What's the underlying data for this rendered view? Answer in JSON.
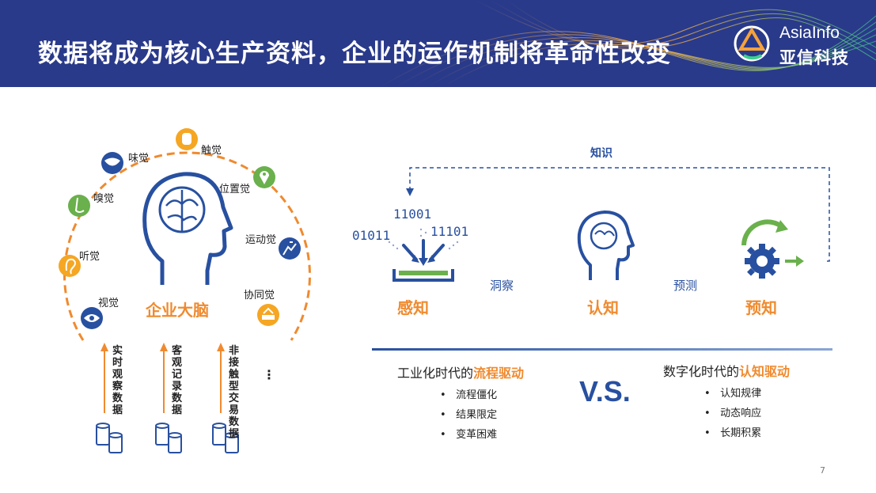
{
  "header": {
    "title": "数据将成为核心生产资料，企业的运作机制将革命性改变",
    "logo_en": "AsiaInfo",
    "logo_cn": "亚信科技"
  },
  "left": {
    "center_label": "企业大脑",
    "senses": [
      "味觉",
      "触觉",
      "嗅觉",
      "位置觉",
      "运动觉",
      "听觉",
      "视觉",
      "协同觉"
    ],
    "columns": [
      "实时观察数据",
      "客观记录数据",
      "非接触型交易数据"
    ],
    "more": "⋮"
  },
  "right": {
    "knowledge": "知识",
    "binary": [
      "11001",
      "01011",
      "11101"
    ],
    "stages": [
      "感知",
      "认知",
      "预知"
    ],
    "links": [
      "洞察",
      "预测"
    ]
  },
  "compare": {
    "left_heading_prefix": "工业化时代的",
    "left_heading_highlight": "流程驱动",
    "left_items": [
      "流程僵化",
      "结果限定",
      "变革困难"
    ],
    "vs": "V.S.",
    "right_heading_prefix": "数字化时代的",
    "right_heading_highlight": "认知驱动",
    "right_items": [
      "认知规律",
      "动态响应",
      "长期积累"
    ]
  },
  "page_number": "7",
  "colors": {
    "header": "#2a3a8a",
    "orange": "#f08a2e",
    "blue": "#2850a0",
    "green": "#6ab04c"
  }
}
